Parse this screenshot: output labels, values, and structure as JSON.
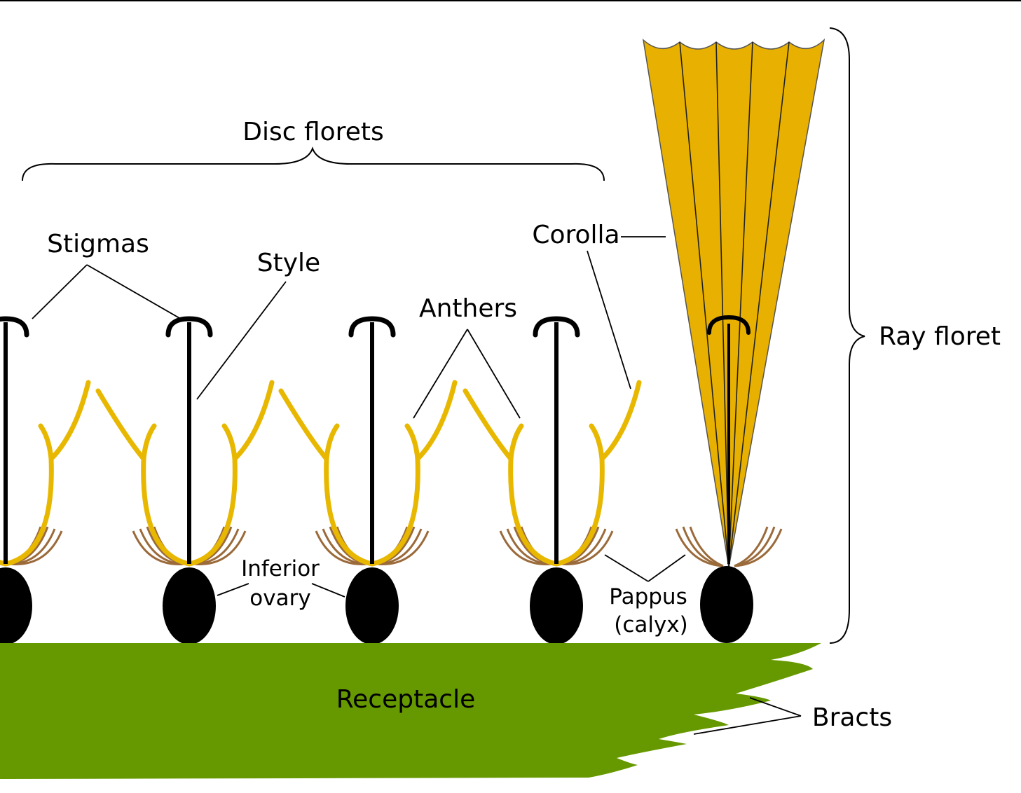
{
  "labels": {
    "disc_florets": "Disc florets",
    "stigmas": "Stigmas",
    "style": "Style",
    "anthers": "Anthers",
    "corolla": "Corolla",
    "ray_floret": "Ray floret",
    "inferior": "Inferior",
    "ovary": "ovary",
    "pappus": "Pappus",
    "calyx": "(calyx)",
    "receptacle": "Receptacle",
    "bracts": "Bracts"
  },
  "colors": {
    "corolla_disc": "#e8b800",
    "ray_fill": "#e8b000",
    "pappus": "#9b6a3a",
    "ovary": "#000000",
    "receptacle": "#669900"
  }
}
